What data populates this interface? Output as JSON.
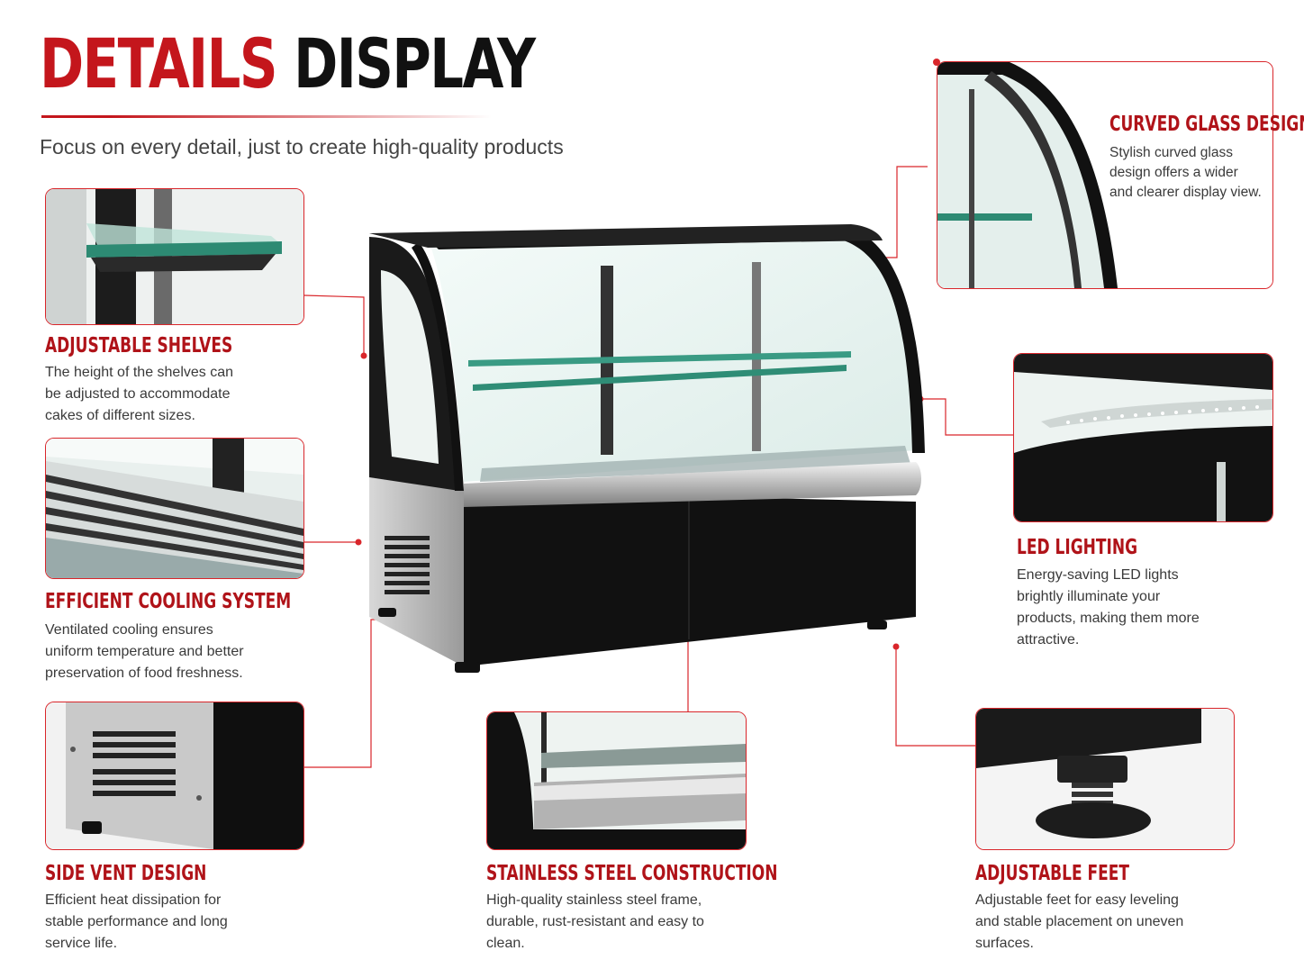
{
  "header": {
    "title_word1": "DETAILS",
    "title_word2": "DISPLAY",
    "subtitle": "Focus on every detail, just to create high-quality products"
  },
  "features": {
    "shelves": {
      "title": "ADJUSTABLE SHELVES",
      "desc": "The height of the shelves can be adjusted to accommodate cakes of different sizes."
    },
    "cooling": {
      "title": "EFFICIENT COOLING SYSTEM",
      "desc": "Ventilated cooling ensures uniform temperature and better preservation of food freshness."
    },
    "vent": {
      "title": "SIDE VENT DESIGN",
      "desc": "Efficient heat dissipation for stable performance and long service life."
    },
    "steel": {
      "title": "STAINLESS STEEL CONSTRUCTION",
      "desc": "High-quality stainless steel frame, durable, rust-resistant and easy to clean."
    },
    "feet": {
      "title": "ADJUSTABLE FEET",
      "desc": "Adjustable feet for easy leveling and stable placement on uneven surfaces."
    },
    "glass": {
      "title": "CURVED GLASS DESIGN",
      "desc": "Stylish curved glass design offers a wider and clearer display view."
    },
    "led": {
      "title": "LED LIGHTING",
      "desc": "Energy-saving LED lights brightly illuminate your products, making them more attractive."
    }
  },
  "colors": {
    "accent": "#c4161c",
    "frame": "#d9262b",
    "text": "#3a3a3a"
  }
}
